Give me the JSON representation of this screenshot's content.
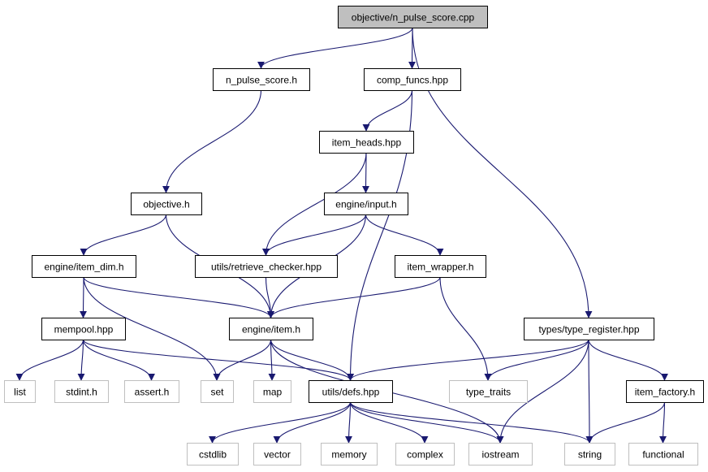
{
  "diagram": {
    "edge_color": "#191970",
    "root_fill": "#bfbfbf",
    "system_header_border": "#bfbfbf",
    "nodes": [
      {
        "id": "root",
        "label": "objective/n_pulse_score.cpp",
        "kind": "root"
      },
      {
        "id": "n_pulse_score_h",
        "label": "n_pulse_score.h",
        "kind": "local"
      },
      {
        "id": "comp_funcs_hpp",
        "label": "comp_funcs.hpp",
        "kind": "local"
      },
      {
        "id": "item_heads_hpp",
        "label": "item_heads.hpp",
        "kind": "local"
      },
      {
        "id": "objective_h",
        "label": "objective.h",
        "kind": "local"
      },
      {
        "id": "engine_input_h",
        "label": "engine/input.h",
        "kind": "local"
      },
      {
        "id": "engine_item_dim_h",
        "label": "engine/item_dim.h",
        "kind": "local"
      },
      {
        "id": "utils_retrieve_checker_hpp",
        "label": "utils/retrieve_checker.hpp",
        "kind": "local"
      },
      {
        "id": "item_wrapper_h",
        "label": "item_wrapper.h",
        "kind": "local"
      },
      {
        "id": "mempool_hpp",
        "label": "mempool.hpp",
        "kind": "local"
      },
      {
        "id": "engine_item_h",
        "label": "engine/item.h",
        "kind": "local"
      },
      {
        "id": "types_type_register_hpp",
        "label": "types/type_register.hpp",
        "kind": "local"
      },
      {
        "id": "list",
        "label": "list",
        "kind": "system"
      },
      {
        "id": "stdint_h",
        "label": "stdint.h",
        "kind": "system"
      },
      {
        "id": "assert_h",
        "label": "assert.h",
        "kind": "system"
      },
      {
        "id": "set",
        "label": "set",
        "kind": "system"
      },
      {
        "id": "map",
        "label": "map",
        "kind": "system"
      },
      {
        "id": "utils_defs_hpp",
        "label": "utils/defs.hpp",
        "kind": "local"
      },
      {
        "id": "type_traits",
        "label": "type_traits",
        "kind": "system"
      },
      {
        "id": "item_factory_h",
        "label": "item_factory.h",
        "kind": "local"
      },
      {
        "id": "cstdlib",
        "label": "cstdlib",
        "kind": "system"
      },
      {
        "id": "vector",
        "label": "vector",
        "kind": "system"
      },
      {
        "id": "memory",
        "label": "memory",
        "kind": "system"
      },
      {
        "id": "complex",
        "label": "complex",
        "kind": "system"
      },
      {
        "id": "iostream",
        "label": "iostream",
        "kind": "system"
      },
      {
        "id": "string",
        "label": "string",
        "kind": "system"
      },
      {
        "id": "functional",
        "label": "functional",
        "kind": "system"
      }
    ],
    "edges": [
      [
        "root",
        "n_pulse_score_h"
      ],
      [
        "root",
        "comp_funcs_hpp"
      ],
      [
        "root",
        "types_type_register_hpp"
      ],
      [
        "n_pulse_score_h",
        "objective_h"
      ],
      [
        "comp_funcs_hpp",
        "item_heads_hpp"
      ],
      [
        "comp_funcs_hpp",
        "utils_defs_hpp"
      ],
      [
        "item_heads_hpp",
        "engine_input_h"
      ],
      [
        "item_heads_hpp",
        "utils_retrieve_checker_hpp"
      ],
      [
        "objective_h",
        "engine_item_dim_h"
      ],
      [
        "objective_h",
        "engine_item_h"
      ],
      [
        "engine_input_h",
        "utils_retrieve_checker_hpp"
      ],
      [
        "engine_input_h",
        "item_wrapper_h"
      ],
      [
        "engine_input_h",
        "engine_item_h"
      ],
      [
        "engine_item_dim_h",
        "mempool_hpp"
      ],
      [
        "engine_item_dim_h",
        "engine_item_h"
      ],
      [
        "engine_item_dim_h",
        "set"
      ],
      [
        "utils_retrieve_checker_hpp",
        "engine_item_h"
      ],
      [
        "item_wrapper_h",
        "engine_item_h"
      ],
      [
        "item_wrapper_h",
        "type_traits"
      ],
      [
        "mempool_hpp",
        "list"
      ],
      [
        "mempool_hpp",
        "stdint_h"
      ],
      [
        "mempool_hpp",
        "assert_h"
      ],
      [
        "mempool_hpp",
        "utils_defs_hpp"
      ],
      [
        "engine_item_h",
        "set"
      ],
      [
        "engine_item_h",
        "map"
      ],
      [
        "engine_item_h",
        "utils_defs_hpp"
      ],
      [
        "engine_item_h",
        "iostream"
      ],
      [
        "types_type_register_hpp",
        "utils_defs_hpp"
      ],
      [
        "types_type_register_hpp",
        "type_traits"
      ],
      [
        "types_type_register_hpp",
        "iostream"
      ],
      [
        "types_type_register_hpp",
        "string"
      ],
      [
        "types_type_register_hpp",
        "item_factory_h"
      ],
      [
        "utils_defs_hpp",
        "cstdlib"
      ],
      [
        "utils_defs_hpp",
        "vector"
      ],
      [
        "utils_defs_hpp",
        "memory"
      ],
      [
        "utils_defs_hpp",
        "complex"
      ],
      [
        "utils_defs_hpp",
        "iostream"
      ],
      [
        "utils_defs_hpp",
        "string"
      ],
      [
        "item_factory_h",
        "string"
      ],
      [
        "item_factory_h",
        "functional"
      ]
    ]
  }
}
